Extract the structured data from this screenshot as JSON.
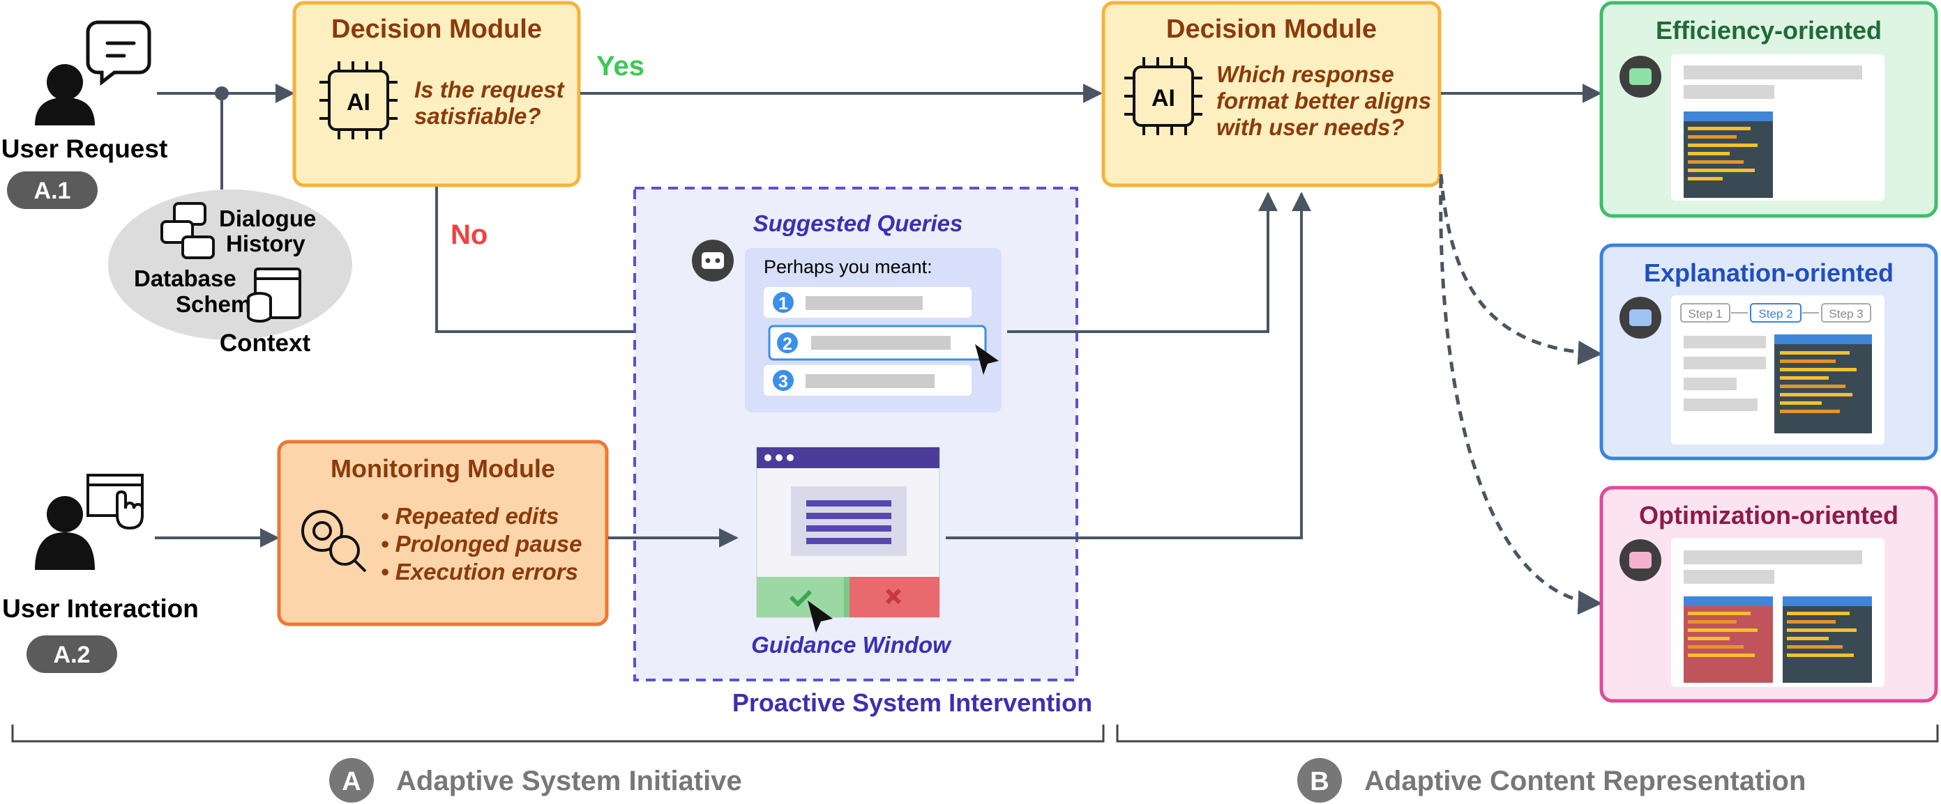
{
  "user_request": {
    "label": "User Request",
    "badge": "A.1"
  },
  "context": {
    "dialogue": [
      "Dialogue",
      "History"
    ],
    "schema": [
      "Database",
      "Schema"
    ],
    "label": "Context"
  },
  "decision1": {
    "title": "Decision Module",
    "ai": "AI",
    "question": [
      "Is the request",
      "satisfiable?"
    ]
  },
  "edge_yes": "Yes",
  "edge_no": "No",
  "decision2": {
    "title": "Decision Module",
    "ai": "AI",
    "question": [
      "Which response",
      "format better aligns",
      "with user needs?"
    ]
  },
  "suggested": {
    "title": "Suggested Queries",
    "prompt": "Perhaps you meant:",
    "numbers": [
      "1",
      "2",
      "3"
    ]
  },
  "guidance": {
    "title": "Guidance Window"
  },
  "proactive": "Proactive System Intervention",
  "user_interaction": {
    "label": "User Interaction",
    "badge": "A.2"
  },
  "monitoring": {
    "title": "Monitoring Module",
    "items": [
      "• Repeated edits",
      "• Prolonged pause",
      "• Execution errors"
    ]
  },
  "efficiency": {
    "title": "Efficiency-oriented"
  },
  "explanation": {
    "title": "Explanation-oriented",
    "steps": [
      "Step 1",
      "Step 2",
      "Step 3"
    ]
  },
  "optimization": {
    "title": "Optimization-oriented"
  },
  "section_a": {
    "letter": "A",
    "label": "Adaptive System Initiative"
  },
  "section_b": {
    "letter": "B",
    "label": "Adaptive Content Representation"
  },
  "colors": {
    "yes": "#3cc954",
    "no": "#f0413f",
    "decision_fill": "#fdefc0",
    "decision_stroke": "#f7b23b",
    "monitor_fill": "#fdd5ab",
    "monitor_stroke": "#ee7733",
    "purple": "#3b2fb3",
    "green": "#1e6b37",
    "blue": "#1f4fbf",
    "pink": "#8c1a4a"
  }
}
